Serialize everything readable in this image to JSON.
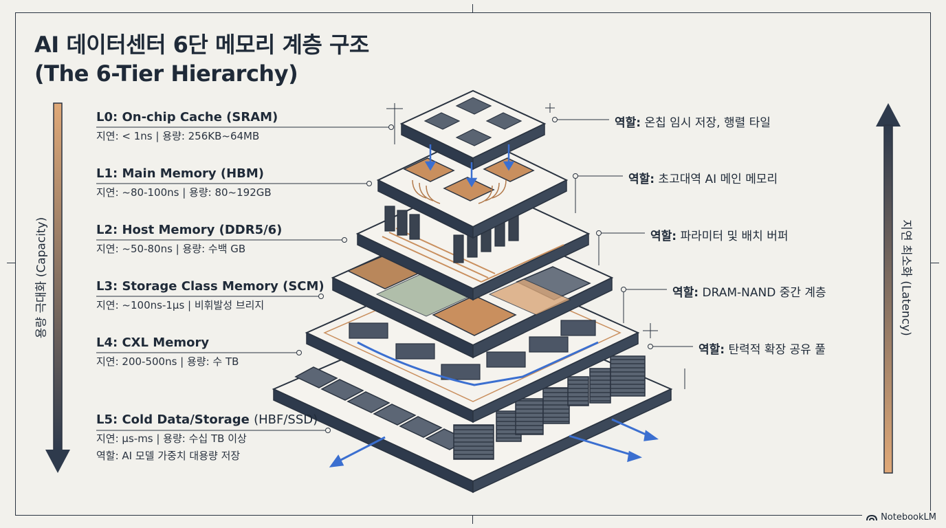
{
  "title": {
    "line1": "AI 데이터센터 6단 메모리 계층 구조",
    "line2": "(The 6-Tier Hierarchy)"
  },
  "left_axis": {
    "label": "용량 극대화 (Capacity)",
    "direction": "down"
  },
  "right_axis": {
    "label": "지연 최소화 (Latency)",
    "direction": "up"
  },
  "tiers": [
    {
      "name": "L0: On-chip Cache (SRAM)",
      "spec": "지연: < 1ns | 용량: 256KB~64MB",
      "role_key": "역할:",
      "role": "온칩 임시 저장, 행렬 타일"
    },
    {
      "name": "L1: Main Memory (HBM)",
      "spec": "지연: ~80-100ns | 용량: 80~192GB",
      "role_key": "역할:",
      "role": "초고대역 AI 메인 메모리"
    },
    {
      "name": "L2: Host Memory (DDR5/6)",
      "spec": "지연: ~50-80ns | 용량: 수백 GB",
      "role_key": "역할:",
      "role": "파라미터 및 배치 버퍼"
    },
    {
      "name": "L3: Storage Class Memory (SCM)",
      "spec": "지연: ~100ns-1μs | 비휘발성 브리지",
      "role_key": "역할:",
      "role": "DRAM-NAND 중간 계층"
    },
    {
      "name": "L4: CXL Memory",
      "spec": "지연: 200-500ns | 용량: 수 TB",
      "role_key": "역할:",
      "role": "탄력적 확장 공유 풀"
    },
    {
      "name": "L5: Cold Data/Storage",
      "name_suffix": "(HBF/SSD)",
      "spec": "지연: μs-ms | 용량: 수십 TB 이상",
      "role_line": "역할: AI 모델 가중치 대용량 저장"
    }
  ],
  "watermark": "NotebookLM",
  "colors": {
    "ink": "#1f2a38",
    "copper": "#c98f5e",
    "blue": "#3b6fd0",
    "paper": "#f2f1ec"
  }
}
